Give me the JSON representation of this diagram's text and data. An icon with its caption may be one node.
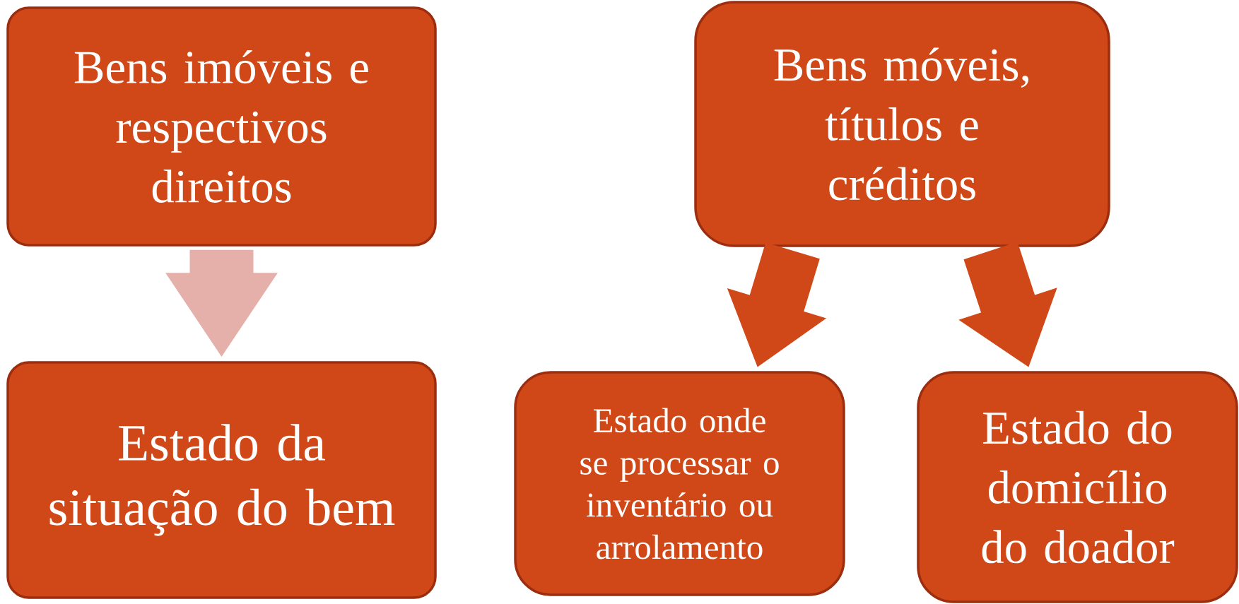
{
  "diagram": {
    "nodes": [
      {
        "text": [
          "Bens imóveis e respectivos direitos"
        ]
      },
      {
        "text": [
          "Estado da situação do bem"
        ]
      },
      {
        "text": [
          "Bens móveis, títulos e créditos"
        ]
      },
      {
        "text": [
          "Estado onde se processar o inventário ou arrolamento"
        ]
      },
      {
        "text": [
          "Estado do domicílio do doador"
        ]
      }
    ],
    "edges": [
      {
        "from": 0,
        "to": 1,
        "arrow": "to",
        "color": "#e6b0aa"
      },
      {
        "from": 2,
        "to": 3,
        "arrow": "to",
        "color": "#d14818"
      },
      {
        "from": 2,
        "to": 4,
        "arrow": "to",
        "color": "#d14818"
      }
    ]
  }
}
